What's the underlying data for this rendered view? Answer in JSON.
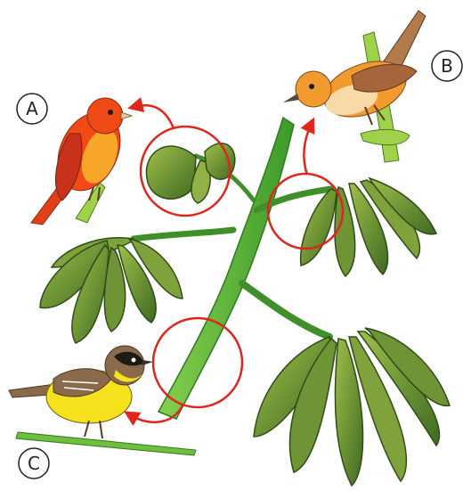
{
  "labels": {
    "a": "A",
    "b": "B",
    "c": "C"
  },
  "colors": {
    "leaf_dark": "#4f7a2c",
    "leaf_light": "#9fbf4a",
    "stem": "#6fbe3c",
    "circle": "#e0261b",
    "bird_a": "#f04a16",
    "bird_b": "#f39a2e",
    "bird_c": "#f6e11d"
  }
}
